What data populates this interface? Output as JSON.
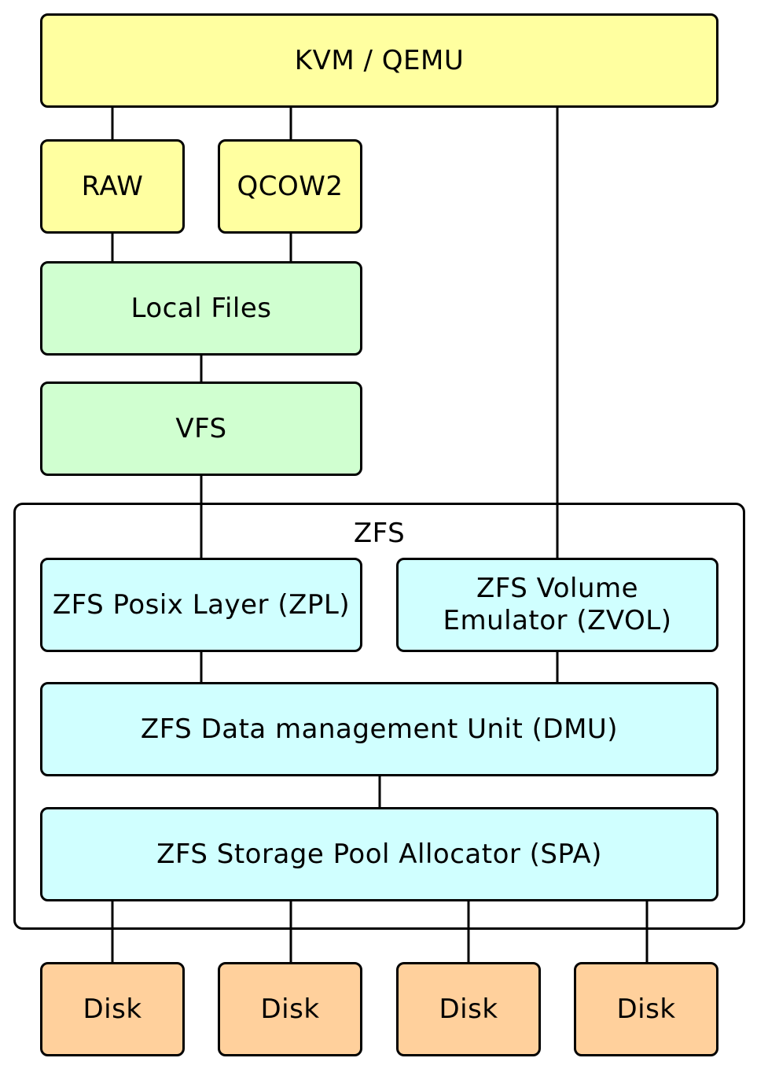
{
  "colors": {
    "app_layer": "#ffffa0",
    "file_layer": "#d0ffd0",
    "zfs_layer": "#d0ffff",
    "disk_layer": "#ffd09c",
    "stroke": "#000000"
  },
  "nodes": {
    "kvm": "KVM / QEMU",
    "raw": "RAW",
    "qcow2": "QCOW2",
    "local_files": "Local Files",
    "vfs": "VFS",
    "zfs_group": "ZFS",
    "zpl": "ZFS Posix Layer (ZPL)",
    "zvol": "ZFS Volume\nEmulator (ZVOL)",
    "dmu": "ZFS Data management Unit (DMU)",
    "spa": "ZFS Storage Pool Allocator (SPA)",
    "disks": [
      "Disk",
      "Disk",
      "Disk",
      "Disk"
    ]
  }
}
